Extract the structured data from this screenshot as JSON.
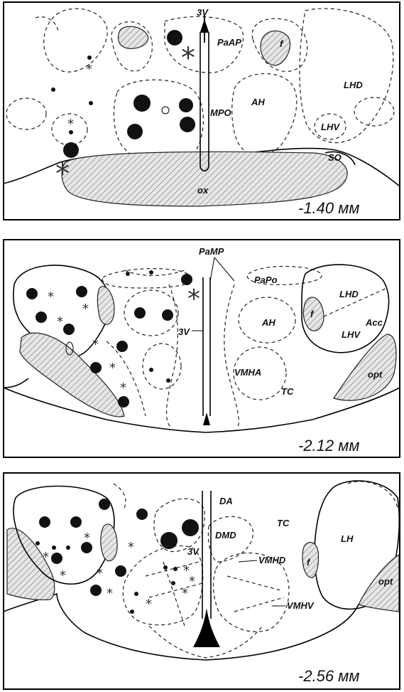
{
  "panels": [
    {
      "scale": "-1.40 мм",
      "labels": {
        "v3": "3V",
        "paap": "PaAP",
        "f": "f",
        "lhd": "LHD",
        "ah": "AH",
        "mpo": "MPO",
        "lhv": "LHV",
        "so": "SO",
        "ox": "ox"
      }
    },
    {
      "scale": "-2.12 мм",
      "labels": {
        "pamp": "PaMP",
        "papo": "PaPo",
        "lhd": "LHD",
        "f": "f",
        "acc": "Acc",
        "lhv": "LHV",
        "v3": "3V",
        "ah": "AH",
        "vmha": "VMHA",
        "tc": "TC",
        "opt": "opt"
      }
    },
    {
      "scale": "-2.56 мм",
      "labels": {
        "da": "DA",
        "tc": "TC",
        "dmd": "DMD",
        "lh": "LH",
        "f": "f",
        "v3": "3V",
        "vmhd": "VMHD",
        "vmhv": "VMHV",
        "opt": "opt"
      }
    }
  ]
}
